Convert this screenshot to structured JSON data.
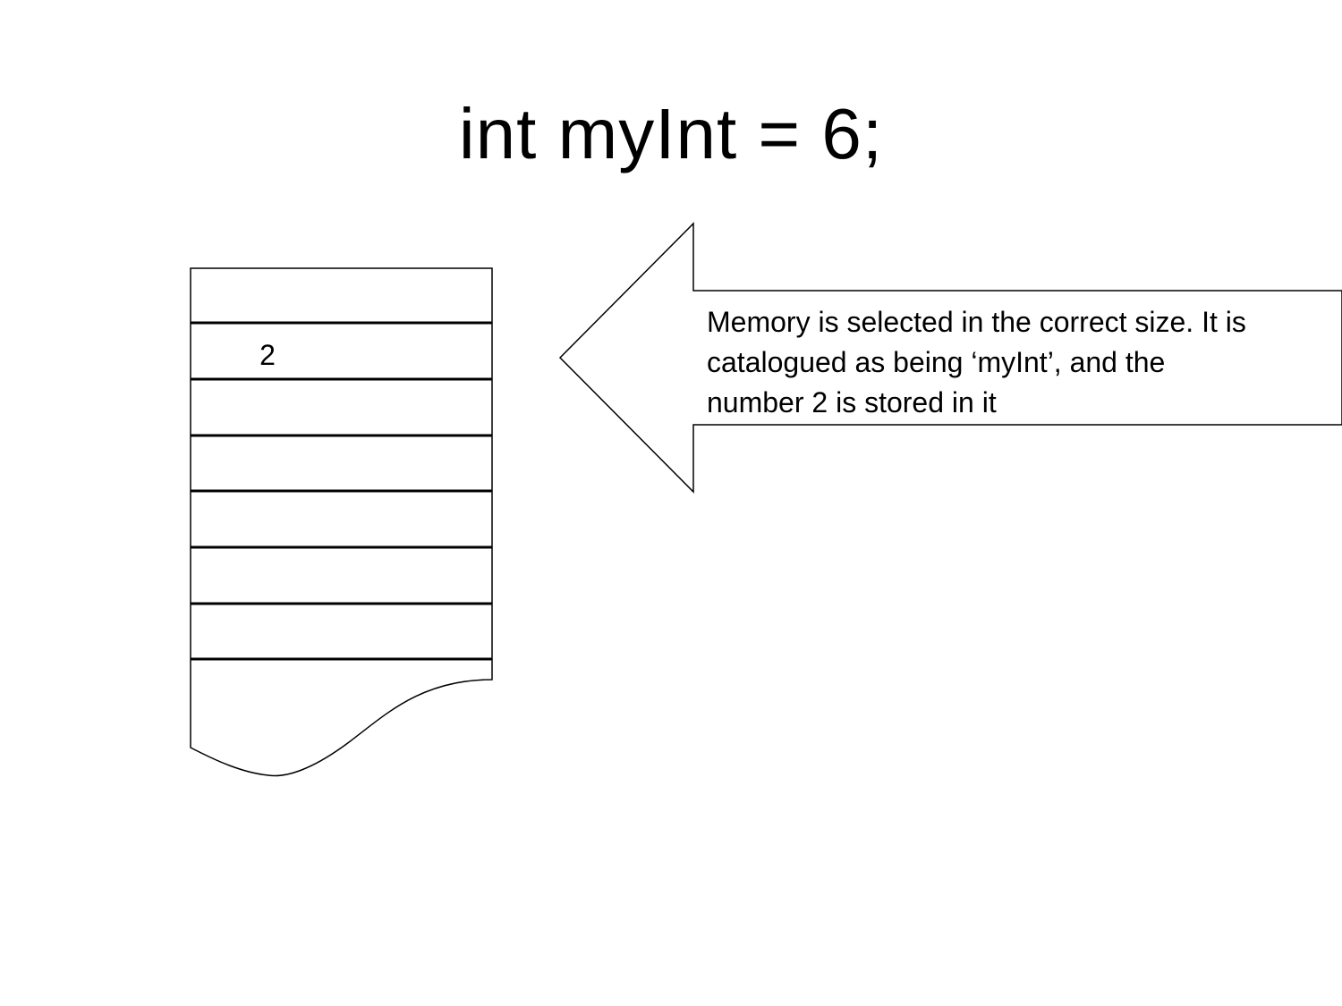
{
  "slide": {
    "title": "int myInt = 6;"
  },
  "memory_block": {
    "cells": [
      "",
      "2",
      "",
      "",
      "",
      "",
      ""
    ]
  },
  "callout": {
    "text": "Memory is selected in the correct size.  It is\ncatalogued as being ‘myInt’, and the\nnumber 2 is stored in it"
  },
  "colors": {
    "background": "#ffffff",
    "ink": "#000000"
  }
}
